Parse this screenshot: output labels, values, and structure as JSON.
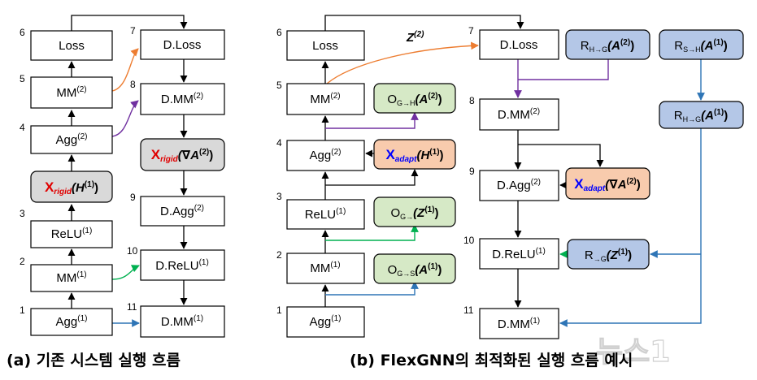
{
  "captions": {
    "a": "(a) 기존 시스템 실행 흐름",
    "b": "(b) FlexGNN의 최적화된 실행 흐름 예시"
  },
  "watermark": "뉴스1",
  "colors": {
    "green_fill": "#d6e9c6",
    "blue_fill": "#b4c7e7",
    "orange_fill": "#f8cbad",
    "gray_fill": "#d9d9d9",
    "orange_line": "#ed7d31",
    "purple_line": "#7030a0",
    "green_line": "#00b050",
    "blue_line": "#2e75b6",
    "red_x": "#e00000",
    "blue_x": "#0000ff"
  },
  "nodes": {
    "a_loss": {
      "num": "6",
      "text": "Loss"
    },
    "a_mm2": {
      "num": "5",
      "text": "MM",
      "sup": "(2)"
    },
    "a_agg2": {
      "num": "4",
      "text": "Agg",
      "sup": "(2)"
    },
    "a_xrigid_h": {
      "x": "X",
      "x_sub": "rigid",
      "expr": "(H",
      "expr_sup": "(1)",
      "close": ")"
    },
    "a_relu1": {
      "num": "3",
      "text": "ReLU",
      "sup": "(1)"
    },
    "a_mm1": {
      "num": "2",
      "text": "MM",
      "sup": "(1)"
    },
    "a_agg1": {
      "num": "1",
      "text": "Agg",
      "sup": "(1)"
    },
    "a_dloss": {
      "num": "7",
      "text": "D.Loss"
    },
    "a_dmm2": {
      "num": "8",
      "text": "D.MM",
      "sup": "(2)"
    },
    "a_xrigid_a": {
      "x": "X",
      "x_sub": "rigid",
      "expr": "(∇A",
      "expr_sup": "(2)",
      "close": ")"
    },
    "a_dagg2": {
      "num": "9",
      "text": "D.Agg",
      "sup": "(2)"
    },
    "a_drelu1": {
      "num": "10",
      "text": "D.ReLU",
      "sup": "(1)"
    },
    "a_dmm1": {
      "num": "11",
      "text": "D.MM",
      "sup": "(1)"
    },
    "b_loss": {
      "num": "6",
      "text": "Loss"
    },
    "b_mm2": {
      "num": "5",
      "text": "MM",
      "sup": "(2)"
    },
    "b_agg2": {
      "num": "4",
      "text": "Agg",
      "sup": "(2)"
    },
    "b_relu1": {
      "num": "3",
      "text": "ReLU",
      "sup": "(1)"
    },
    "b_mm1": {
      "num": "2",
      "text": "MM",
      "sup": "(1)"
    },
    "b_agg1": {
      "num": "1",
      "text": "Agg",
      "sup": "(1)"
    },
    "b_og2h": {
      "o": "O",
      "sub": "G→H",
      "expr": "(A",
      "expr_sup": "(2)",
      "close": ")"
    },
    "b_xadapt_h": {
      "x": "X",
      "x_sub": "adapt",
      "expr": "(H",
      "expr_sup": "(1)",
      "close": ")"
    },
    "b_og": {
      "o": "O",
      "sub": "G→",
      "expr": "(Z",
      "expr_sup": "(1)",
      "close": ")"
    },
    "b_og2s": {
      "o": "O",
      "sub": "G→S",
      "expr": "(A",
      "expr_sup": "(1)",
      "close": ")"
    },
    "b_z2": {
      "text": "Z",
      "sup": "(2)"
    },
    "b_dloss": {
      "num": "7",
      "text": "D.Loss"
    },
    "b_dmm2": {
      "num": "8",
      "text": "D.MM",
      "sup": "(2)"
    },
    "b_dagg2": {
      "num": "9",
      "text": "D.Agg",
      "sup": "(2)"
    },
    "b_drelu1": {
      "num": "10",
      "text": "D.ReLU",
      "sup": "(1)"
    },
    "b_dmm1": {
      "num": "11",
      "text": "D.MM",
      "sup": "(1)"
    },
    "b_rh2g_a2": {
      "r": "R",
      "sub": "H→G",
      "expr": "(A",
      "expr_sup": "(2)",
      "close": ")"
    },
    "b_rs2h_a1": {
      "r": "R",
      "sub": "S→H",
      "expr": "(A",
      "expr_sup": "(1)",
      "close": ")"
    },
    "b_rh2g_a1": {
      "r": "R",
      "sub": "H→G",
      "expr": "(A",
      "expr_sup": "(1)",
      "close": ")"
    },
    "b_xadapt_a": {
      "x": "X",
      "x_sub": "adapt",
      "expr": "(∇A",
      "expr_sup": "(2)",
      "close": ")"
    },
    "b_rg_z1": {
      "r": "R",
      "sub": "→G",
      "expr": "(Z",
      "expr_sup": "(1)",
      "close": ")"
    }
  }
}
